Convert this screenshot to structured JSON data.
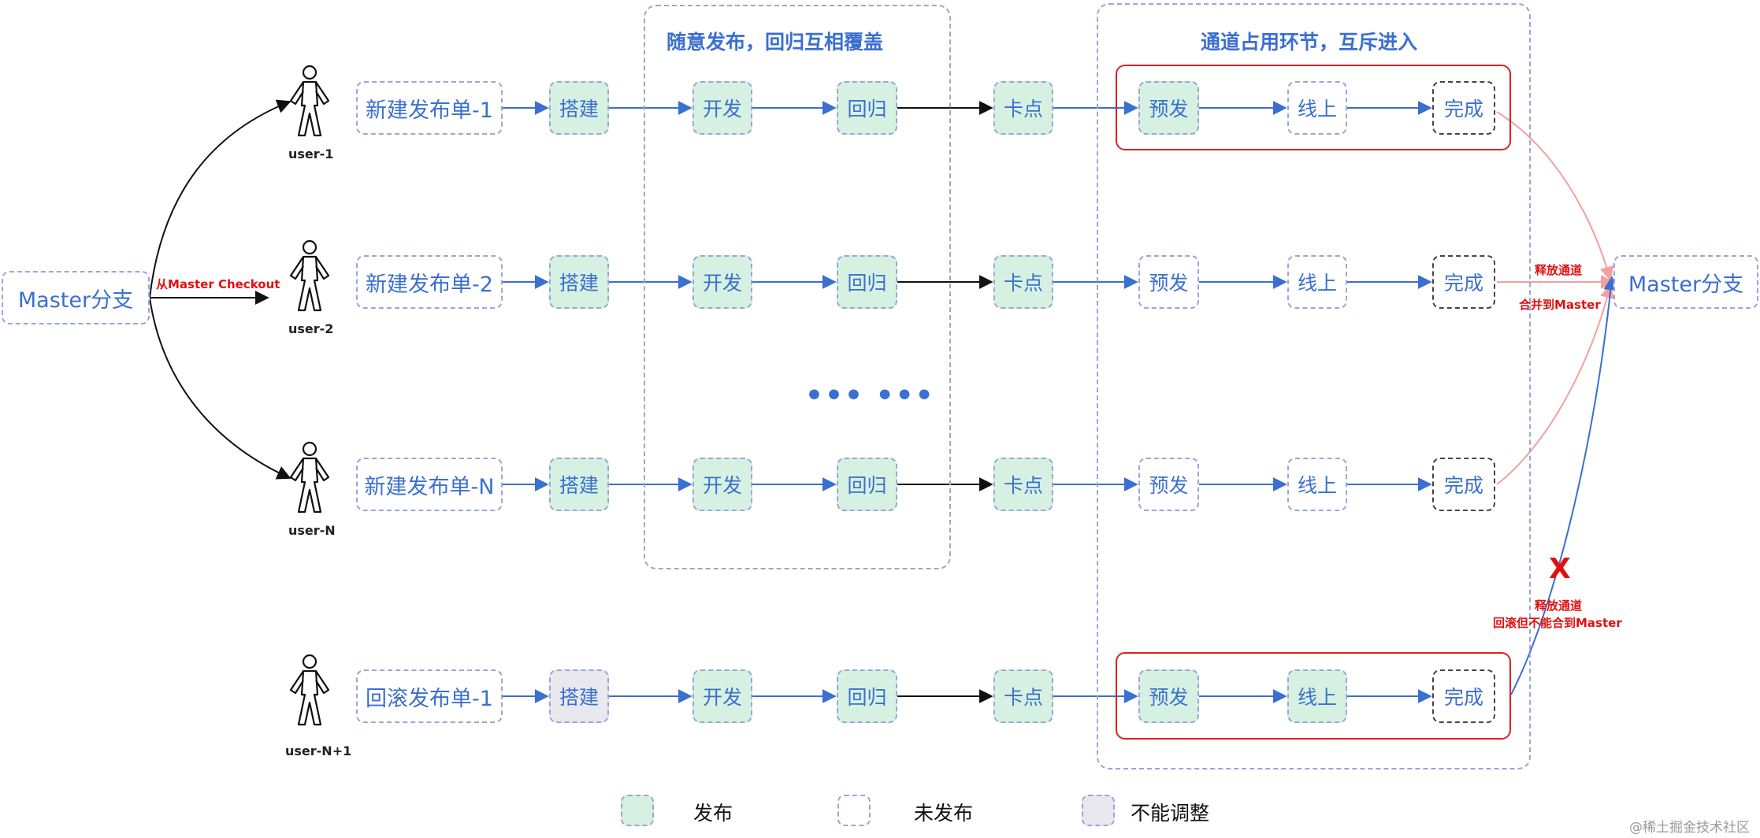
{
  "master_left": "Master分支",
  "master_right": "Master分支",
  "checkout_label": "从Master Checkout",
  "group_titles": {
    "random": "随意发布，回归互相覆盖",
    "channel": "通道占用环节，互斥进入"
  },
  "users": [
    "user-1",
    "user-2",
    "user-N",
    "user-N+1"
  ],
  "tasks": [
    "新建发布单-1",
    "新建发布单-2",
    "新建发布单-N",
    "回滚发布单-1"
  ],
  "stages": {
    "build": "搭建",
    "dev": "开发",
    "regress": "回归",
    "check": "卡点",
    "pre": "预发",
    "online": "线上",
    "done": "完成"
  },
  "ellipsis": "••• •••",
  "release_label_1": "释放通道",
  "merge_label": "合并到Master",
  "x_mark": "X",
  "release_label_2": "释放通道",
  "rollback_label": "回滚但不能合到Master",
  "legend": {
    "published": "发布",
    "unpublished": "未发布",
    "fixed": "不能调整"
  },
  "colors": {
    "published_fill": "#d6f1e1",
    "fixed_fill": "#e8e8ee",
    "text_blue": "#3b6fd0",
    "red": "#e01010"
  },
  "watermark": "@稀土掘金技术社区"
}
